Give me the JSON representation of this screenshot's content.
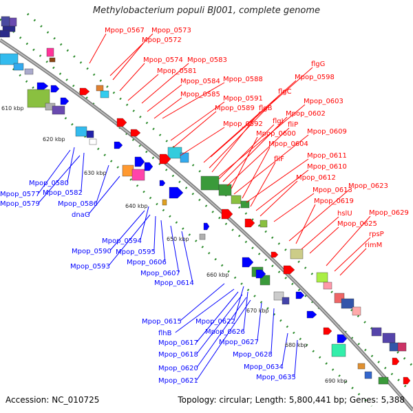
{
  "header": {
    "title": "Methylobacterium populi BJ001, complete genome"
  },
  "footer": {
    "accession": "Accession: NC_010725",
    "summary": "Topology: circular; Length: 5,800,441 bp; Genes: 5,388"
  },
  "colors": {
    "forward": "#ff0000",
    "reverse": "#0000ff",
    "backbone": "#888888",
    "dots": "#2a8a2a"
  },
  "ticks": [
    "610 kbp",
    "620 kbp",
    "630 kbp",
    "640 kbp",
    "650 kbp",
    "660 kbp",
    "670 kbp",
    "680 kbp",
    "690 kbp"
  ],
  "forward_labels": [
    "Mpop_0567",
    "Mpop_0573",
    "Mpop_0572",
    "Mpop_0574",
    "Mpop_0583",
    "Mpop_0581",
    "Mpop_0584",
    "Mpop_0588",
    "Mpop_0585",
    "flgG",
    "Mpop_0598",
    "Mpop_0591",
    "flgC",
    "Mpop_0589",
    "flgB",
    "Mpop_0603",
    "Mpop_0592",
    "flgI",
    "Mpop_0602",
    "fliP",
    "Mpop_0600",
    "Mpop_0609",
    "Mpop_0604",
    "Mpop_0611",
    "fliF",
    "Mpop_0610",
    "Mpop_0612",
    "Mpop_0623",
    "Mpop_0613",
    "Mpop_0619",
    "Mpop_0629",
    "hslU",
    "Mpop_0625",
    "rpsP",
    "rimM"
  ],
  "reverse_labels": [
    "Mpop_0580",
    "Mpop_0577",
    "Mpop_0582",
    "Mpop_0579",
    "Mpop_0586",
    "dnaG",
    "Mpop_0594",
    "Mpop_0590",
    "Mpop_0595",
    "Mpop_0593",
    "Mpop_0606",
    "Mpop_0607",
    "Mpop_0614",
    "Mpop_0615",
    "Mpop_0622",
    "flhB",
    "Mpop_0626",
    "Mpop_0617",
    "Mpop_0627",
    "Mpop_0618",
    "Mpop_0628",
    "Mpop_0620",
    "Mpop_0634",
    "Mpop_0621",
    "Mpop_0635"
  ]
}
